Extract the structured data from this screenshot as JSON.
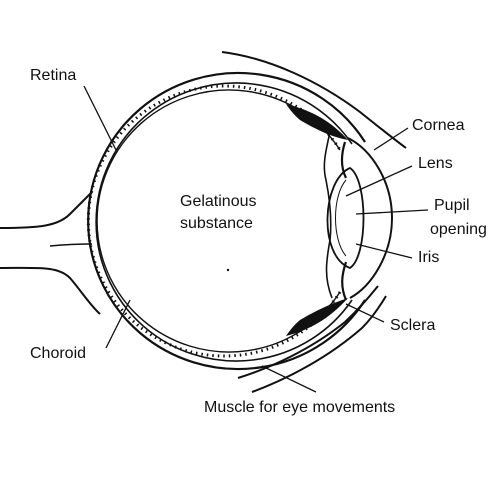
{
  "labels": {
    "retina": "Retina",
    "gelatinous_line1": "Gelatinous",
    "gelatinous_line2": "substance",
    "cornea": "Cornea",
    "lens": "Lens",
    "pupil_line1": "Pupil",
    "pupil_line2": "opening",
    "iris": "Iris",
    "sclera": "Sclera",
    "choroid": "Choroid",
    "muscle": "Muscle for eye movements"
  }
}
